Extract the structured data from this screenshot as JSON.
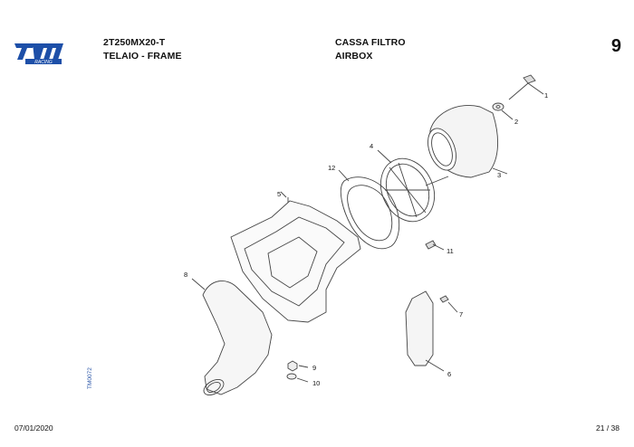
{
  "header": {
    "brand_logo": "tm RACING",
    "model_code": "2T250MX20-T",
    "section": "TELAIO - FRAME",
    "category_it": "CASSA FILTRO",
    "category_en": "AIRBOX",
    "page_number": "9"
  },
  "footer": {
    "date": "07/01/2020",
    "page": "21 / 38"
  },
  "drawing_ref": "TM0072",
  "callouts": [
    "1",
    "2",
    "3",
    "4",
    "5",
    "6",
    "7",
    "8",
    "9",
    "10",
    "11",
    "12"
  ],
  "colors": {
    "logo_blue": "#1d4fa8",
    "line": "#444444"
  }
}
